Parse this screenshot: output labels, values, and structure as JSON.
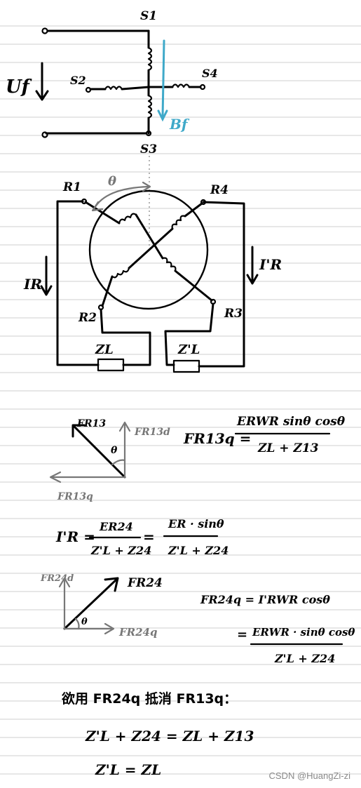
{
  "stator": {
    "s1": "S1",
    "s2": "S2",
    "s3": "S3",
    "s4": "S4",
    "uf": "Uf",
    "bf": "Bf"
  },
  "rotor": {
    "r1": "R1",
    "r2": "R2",
    "r3": "R3",
    "r4": "R4",
    "theta": "θ",
    "ir": "IR",
    "ir_prime": "I'R",
    "zl": "ZL",
    "zl_prime": "Z'L"
  },
  "vec1": {
    "fr13": "FR13",
    "fr13d": "FR13d",
    "fr13q": "FR13q",
    "theta": "θ"
  },
  "eq1": {
    "lhs": "FR13q =",
    "num": "ERWR sinθ cosθ",
    "den": "ZL + Z13"
  },
  "eq2": {
    "lhs": "I'R =",
    "num1": "ER24",
    "den1": "Z'L + Z24",
    "eq": "=",
    "num2": "ER · sinθ",
    "den2": "Z'L + Z24"
  },
  "vec2": {
    "fr24": "FR24",
    "fr24d": "FR24d",
    "fr24q": "FR24q",
    "theta": "θ"
  },
  "eq3": {
    "lhs": "FR24q = I'RWR cosθ",
    "eq": "=",
    "num": "ERWR · sinθ cosθ",
    "den": "Z'L + Z24"
  },
  "conclusion": {
    "line1": "欲用 FR24q 抵消 FR13q：",
    "line2": "Z'L + Z24 = ZL + Z13",
    "line3": "Z'L = ZL"
  },
  "watermark": "CSDN @HuangZi-zi",
  "colors": {
    "ink": "#000000",
    "accent": "#3fa9c9",
    "pencil": "#777777",
    "rule": "#cfcfcf"
  }
}
